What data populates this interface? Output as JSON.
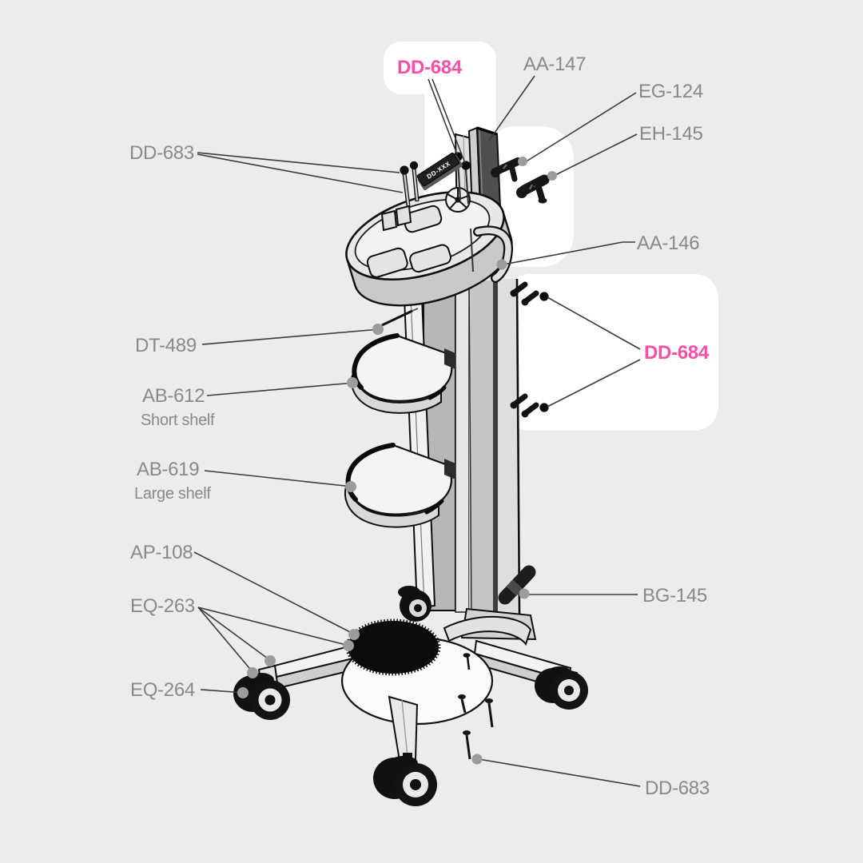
{
  "title": "Equipment cart exploded parts diagram",
  "colors": {
    "background": "#ececec",
    "panel": "#ffffff",
    "accent_pink": "#fb4fa6",
    "label_gray": "#898989",
    "leader_line": "#3a3a3a",
    "leader_dot": "#9c9c9c",
    "ink": "#111111"
  },
  "callouts": {
    "dd683_top": {
      "text": "DD-683"
    },
    "dd684_top": {
      "text": "DD-684",
      "highlighted": true
    },
    "aa147": {
      "text": "AA-147"
    },
    "eg124": {
      "text": "EG-124"
    },
    "eh145": {
      "text": "EH-145"
    },
    "aa146": {
      "text": "AA-146"
    },
    "dd684_right": {
      "text": "DD-684",
      "highlighted": true
    },
    "dt489": {
      "text": "DT-489"
    },
    "ab612": {
      "text": "AB-612",
      "subtext": "Short shelf"
    },
    "ab619": {
      "text": "AB-619",
      "subtext": "Large shelf"
    },
    "ap108": {
      "text": "AP-108"
    },
    "eq263": {
      "text": "EQ-263"
    },
    "eq264": {
      "text": "EQ-264"
    },
    "bg145": {
      "text": "BG-145"
    },
    "dd683_bottom": {
      "text": "DD-683"
    }
  },
  "plate_label": "DD-XXX"
}
